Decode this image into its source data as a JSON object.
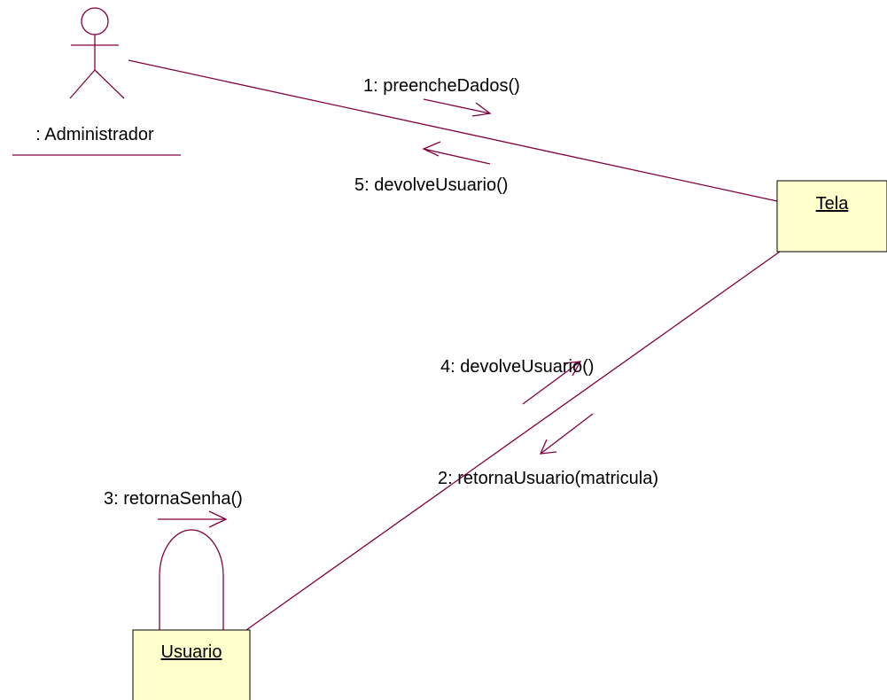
{
  "diagram": {
    "type": "uml-collaboration-diagram",
    "line_color": "#800040",
    "object_fill": "#ffffcc",
    "object_border": "#000000",
    "actor": {
      "name": ": Administrador",
      "icon": "stick-figure-actor-icon"
    },
    "objects": {
      "tela": "Tela",
      "usuario": "Usuario"
    },
    "messages": {
      "m1": "1: preencheDados()",
      "m2": "2: retornaUsuario(matricula)",
      "m3": "3: retornaSenha()",
      "m4": "4: devolveUsuario()",
      "m5": "5: devolveUsuario()"
    }
  }
}
